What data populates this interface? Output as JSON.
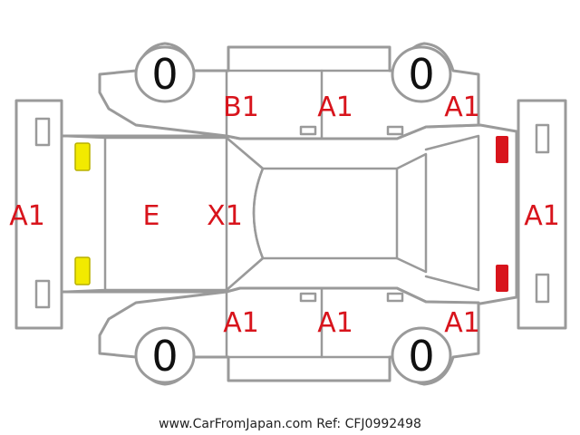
{
  "colors": {
    "outline": "#9a9a9a",
    "damage_text": "#d8141c",
    "headlight": "#f2ea00",
    "taillight": "#d8141c"
  },
  "tires": {
    "front_left": "0",
    "front_right": "0",
    "rear_left": "0",
    "rear_right": "0"
  },
  "marks": {
    "front_bumper": "A1",
    "hood": "E",
    "windshield": "X1",
    "left_front_door": "B1",
    "left_rear_door": "A1",
    "left_rear_quarter": "A1",
    "right_front_door": "A1",
    "right_rear_door": "A1",
    "right_rear_quarter": "A1",
    "rear_bumper": "A1"
  },
  "footer": "www.CarFromJapan.com Ref: CFJ0992498"
}
